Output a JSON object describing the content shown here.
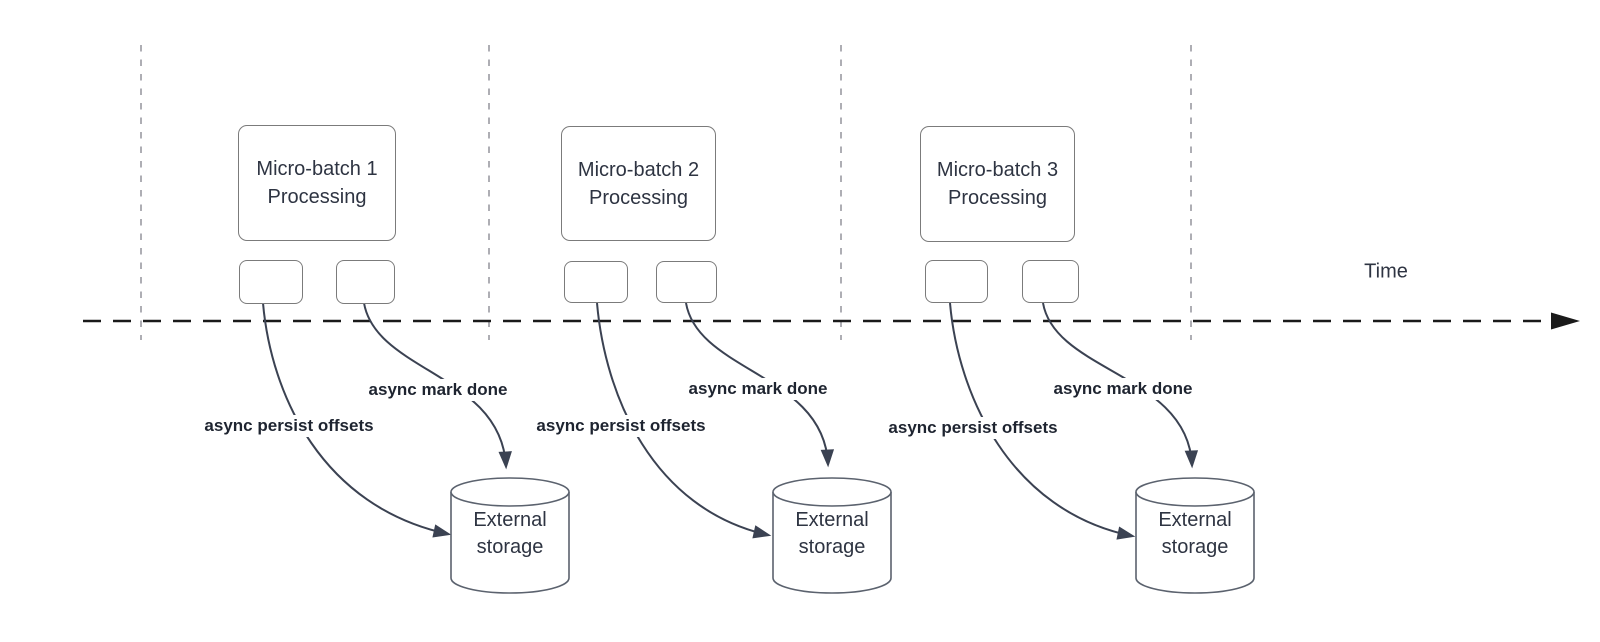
{
  "time_axis": {
    "label": "Time"
  },
  "batches": [
    {
      "title_line1": "Micro-batch 1",
      "title_line2": "Processing",
      "persist_label": "async persist offsets",
      "mark_done_label": "async mark done",
      "storage_label": "External storage"
    },
    {
      "title_line1": "Micro-batch 2",
      "title_line2": "Processing",
      "persist_label": "async persist offsets",
      "mark_done_label": "async mark done",
      "storage_label": "External storage"
    },
    {
      "title_line1": "Micro-batch 3",
      "title_line2": "Processing",
      "persist_label": "async persist offsets",
      "mark_done_label": "async mark done",
      "storage_label": "External storage"
    }
  ],
  "colors": {
    "connector": "#3b4252",
    "axis": "#1a1a1a",
    "tick_line": "#aeaeb4",
    "shape_border": "#7b7b7b",
    "text": "#2e3442"
  }
}
